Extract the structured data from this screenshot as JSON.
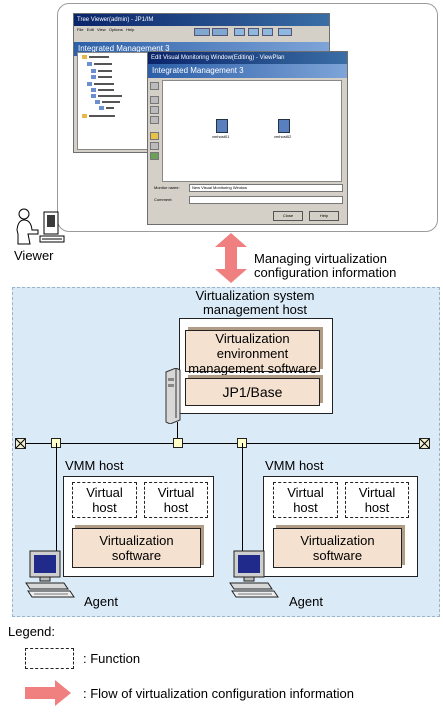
{
  "viewer_screenshot": {
    "back_window_title": "Tree Viewer(admin) - JP1/IM",
    "back_window_menu": [
      "File",
      "Edit",
      "View",
      "Options",
      "Help"
    ],
    "back_window_header": "Integrated Management 3",
    "front_window_title": "Edit Visual Monitoring Window(Editing) - ViewPlan",
    "front_window_header": "Integrated Management 3",
    "icon_labels": [
      "vmhost01",
      "vmhost02"
    ],
    "monitor_name_label": "Monitor name:",
    "monitor_name_value": "New Visual Monitoring Window",
    "comment_label": "Comment:",
    "close_button": "Close",
    "help_button": "Help"
  },
  "viewer_label": "Viewer",
  "managing_label_line1": "Managing virtualization",
  "managing_label_line2": "configuration information",
  "mgmt_host_line1": "Virtualization system",
  "mgmt_host_line2": "management host",
  "venv_line1": "Virtualization",
  "venv_line2": "environment",
  "venv_line3": "management software",
  "jp1_base": "JP1/Base",
  "vmm_host_left": "VMM host",
  "vmm_host_right": "VMM host",
  "virtual_host_line1": "Virtual",
  "virtual_host_line2": "host",
  "virt_software_line1": "Virtualization",
  "virt_software_line2": "software",
  "agent_left": "Agent",
  "agent_right": "Agent",
  "legend_title": "Legend:",
  "legend_function": ": Function",
  "legend_flow": ": Flow of virtualization configuration information",
  "colors": {
    "bluebox": "#dbeaf7",
    "software_box": "#f4e1cf",
    "arrow": "#f08080",
    "node": "#ffffc8"
  }
}
